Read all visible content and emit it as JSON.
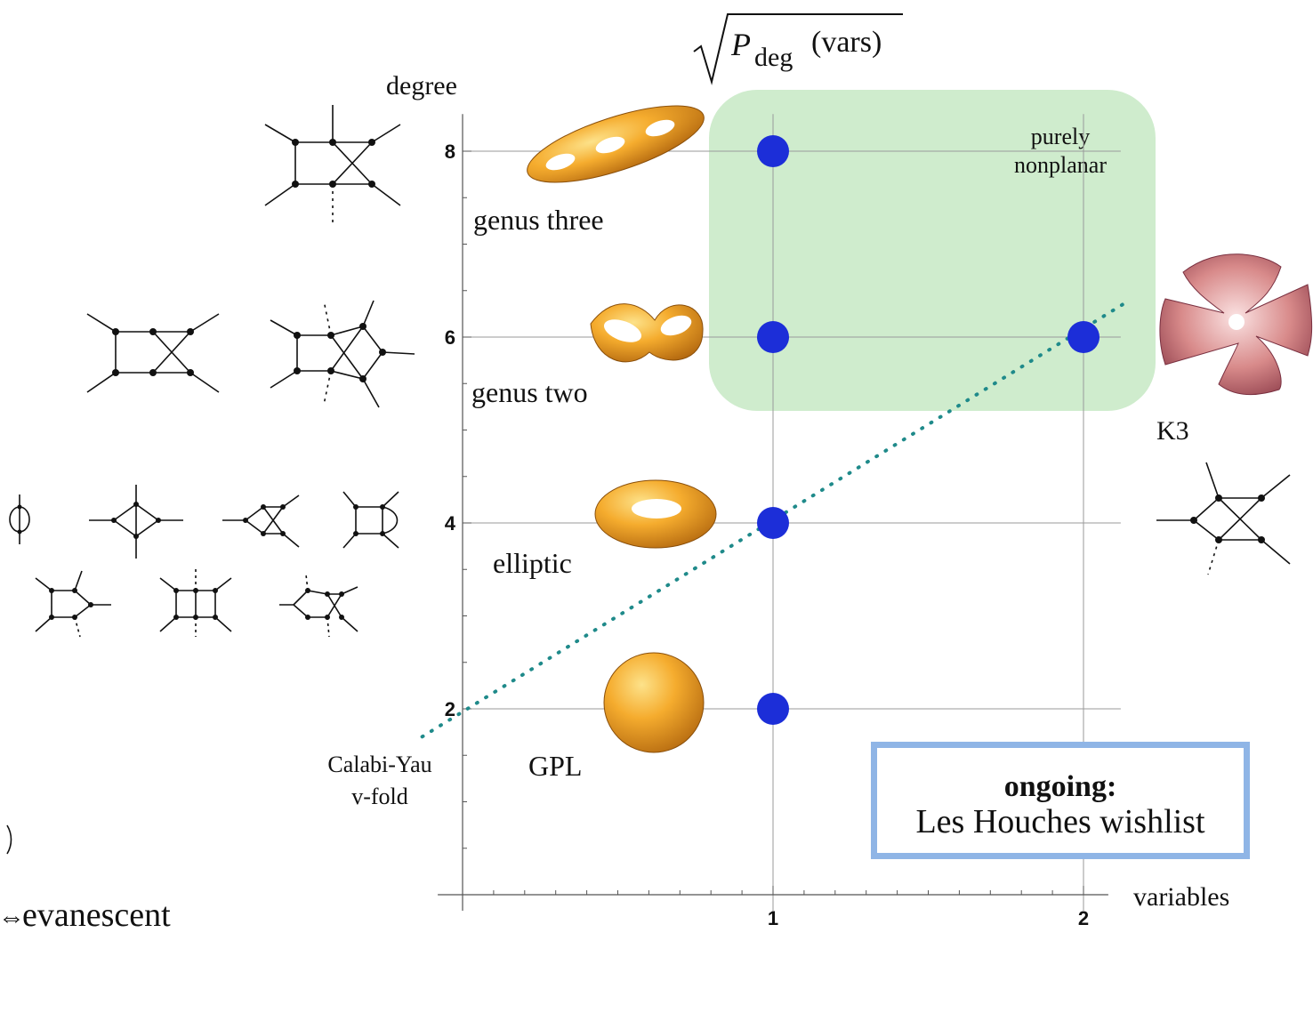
{
  "title": {
    "prefix": "P",
    "subscript": "deg",
    "suffix": "(vars)"
  },
  "colors": {
    "accent_green": "#cfeccd",
    "dot_blue": "#1c2ed8",
    "dotted_teal": "#1f8a8a",
    "box_blue": "#8fb5e6",
    "surface_orange": "#f0a428"
  },
  "chart_data": {
    "type": "scatter",
    "xlabel": "variables",
    "ylabel": "degree",
    "xticks": [
      "1",
      "2"
    ],
    "yticks": [
      "2",
      "4",
      "6",
      "8"
    ],
    "xlim": [
      0,
      2.1
    ],
    "ylim": [
      0,
      8.4
    ],
    "points": [
      {
        "x": 1,
        "y": 2
      },
      {
        "x": 1,
        "y": 4
      },
      {
        "x": 1,
        "y": 6
      },
      {
        "x": 1,
        "y": 8
      },
      {
        "x": 2,
        "y": 6
      }
    ],
    "calabi_yau_line": {
      "x0": -0.13,
      "y0": 1.7,
      "x1": 2.15,
      "y1": 6.4
    },
    "shaded_region_label": [
      "purely",
      "nonplanar"
    ]
  },
  "labels": {
    "genus_three": "genus three",
    "genus_two": "genus two",
    "elliptic": "elliptic",
    "gpl": "GPL",
    "calabi_yau": [
      "Calabi-Yau",
      "v-fold"
    ],
    "k3": "K3",
    "evanescent": "evanescent"
  },
  "wishlist": {
    "title": "ongoing:",
    "text": "Les Houches wishlist"
  }
}
